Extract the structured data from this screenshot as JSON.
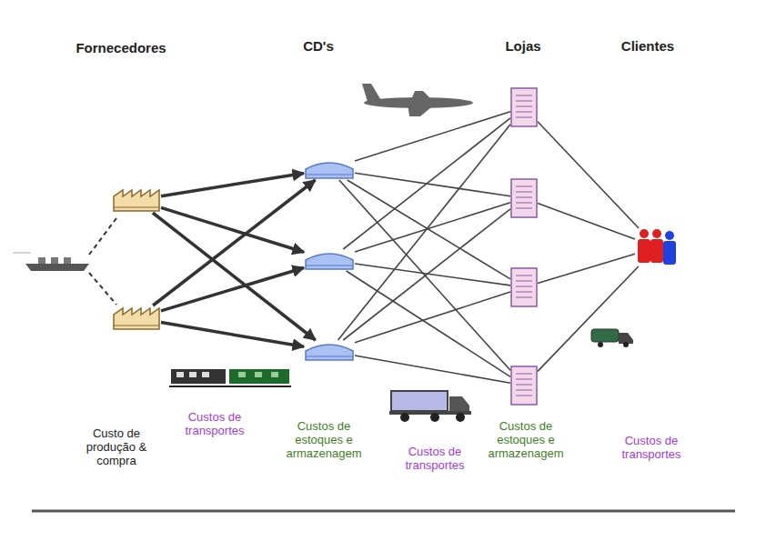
{
  "diagram": {
    "nodes": [
      {
        "text": []
      },
      {
        "text": []
      },
      {
        "text": []
      },
      {
        "text": []
      },
      {
        "text": []
      },
      {
        "text": []
      },
      {
        "text": []
      },
      {
        "text": []
      },
      {
        "text": []
      },
      {
        "text": []
      }
    ],
    "edges": [
      {
        "from": 0,
        "to": 2,
        "arrow": "to"
      },
      {
        "from": 0,
        "to": 3,
        "arrow": "to"
      },
      {
        "from": 0,
        "to": 4,
        "arrow": "to"
      },
      {
        "from": 1,
        "to": 2,
        "arrow": "to"
      },
      {
        "from": 1,
        "to": 3,
        "arrow": "to"
      },
      {
        "from": 1,
        "to": 4,
        "arrow": "to"
      },
      {
        "from": 2,
        "to": 5,
        "arrow": "none"
      },
      {
        "from": 2,
        "to": 6,
        "arrow": "none"
      },
      {
        "from": 2,
        "to": 7,
        "arrow": "none"
      },
      {
        "from": 2,
        "to": 8,
        "arrow": "none"
      },
      {
        "from": 3,
        "to": 5,
        "arrow": "none"
      },
      {
        "from": 3,
        "to": 6,
        "arrow": "none"
      },
      {
        "from": 3,
        "to": 7,
        "arrow": "none"
      },
      {
        "from": 3,
        "to": 8,
        "arrow": "none"
      },
      {
        "from": 4,
        "to": 5,
        "arrow": "none"
      },
      {
        "from": 4,
        "to": 6,
        "arrow": "none"
      },
      {
        "from": 4,
        "to": 7,
        "arrow": "none"
      },
      {
        "from": 4,
        "to": 8,
        "arrow": "none"
      },
      {
        "from": 5,
        "to": 9,
        "arrow": "none"
      },
      {
        "from": 6,
        "to": 9,
        "arrow": "none"
      },
      {
        "from": 7,
        "to": 9,
        "arrow": "none"
      },
      {
        "from": 8,
        "to": 9,
        "arrow": "none"
      }
    ],
    "labels": [
      "Fornecedores",
      "CD's",
      "Lojas",
      "Clientes",
      "Custo de produção & compra",
      "Custos de transportes",
      "Custos de estoques e armazenagem",
      "Custos de transportes",
      "Custos de estoques e armazenagem",
      "Custos de transportes"
    ]
  }
}
